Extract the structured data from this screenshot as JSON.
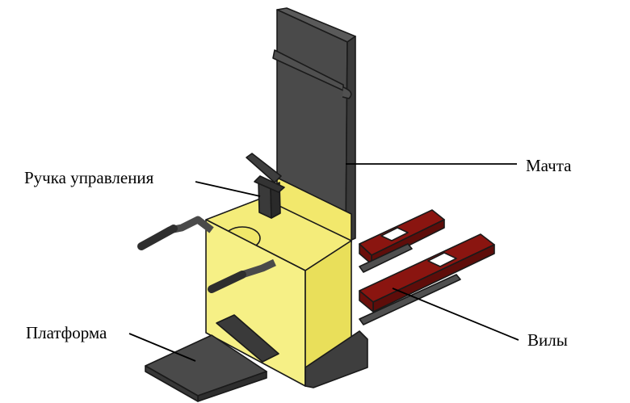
{
  "labels": {
    "handle": "Ручка управления",
    "mast": "Мачта",
    "platform": "Платформа",
    "forks": "Вилы"
  },
  "colors": {
    "body": "#f6f086",
    "body_shade": "#e9df5a",
    "mast": "#4a4a4a",
    "forks": "#8a1510",
    "outline": "#1a1a1a"
  }
}
